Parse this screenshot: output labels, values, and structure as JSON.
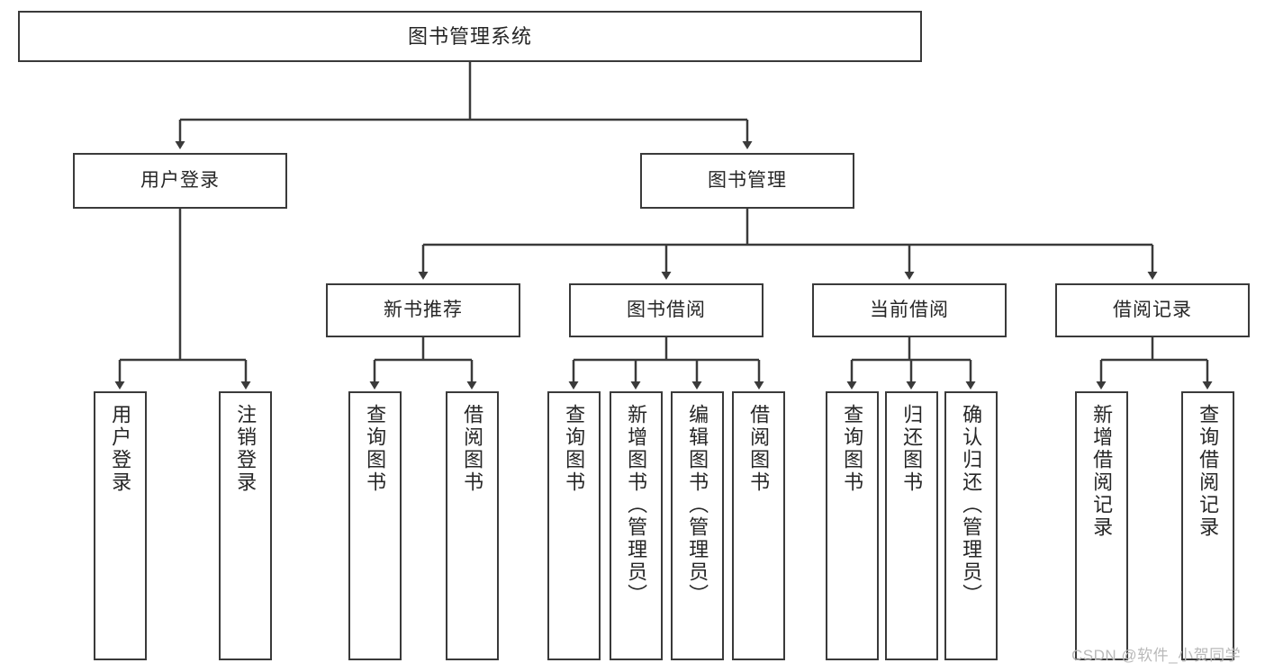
{
  "diagram": {
    "title": "图书管理系统",
    "type": "hierarchy-tree",
    "colors": {
      "box_border": "#3a3a3a",
      "box_fill": "#ffffff",
      "connector": "#3a3a3a",
      "text": "#262626",
      "watermark": "#b9b9b9"
    },
    "levels": {
      "level1": [
        {
          "id": "root",
          "label": "图书管理系统",
          "orientation": "horizontal"
        }
      ],
      "level2": [
        {
          "id": "user-login",
          "label": "用户登录",
          "orientation": "horizontal"
        },
        {
          "id": "book-manage",
          "label": "图书管理",
          "orientation": "horizontal"
        }
      ],
      "level3": [
        {
          "id": "new-book-recommend",
          "label": "新书推荐",
          "orientation": "horizontal"
        },
        {
          "id": "book-borrow",
          "label": "图书借阅",
          "orientation": "horizontal"
        },
        {
          "id": "current-borrow",
          "label": "当前借阅",
          "orientation": "horizontal"
        },
        {
          "id": "borrow-record",
          "label": "借阅记录",
          "orientation": "horizontal"
        }
      ],
      "level4": [
        {
          "id": "leaf-user-login",
          "label": "用户登录",
          "parent": "user-login",
          "orientation": "vertical"
        },
        {
          "id": "leaf-logout",
          "label": "注销登录",
          "parent": "user-login",
          "orientation": "vertical"
        },
        {
          "id": "leaf-query-book-1",
          "label": "查询图书",
          "parent": "new-book-recommend",
          "orientation": "vertical"
        },
        {
          "id": "leaf-borrow-book-1",
          "label": "借阅图书",
          "parent": "new-book-recommend",
          "orientation": "vertical"
        },
        {
          "id": "leaf-query-book-2",
          "label": "查询图书",
          "parent": "book-borrow",
          "orientation": "vertical"
        },
        {
          "id": "leaf-add-book",
          "label": "新增图书（管理员）",
          "parent": "book-borrow",
          "orientation": "vertical"
        },
        {
          "id": "leaf-edit-book",
          "label": "编辑图书（管理员）",
          "parent": "book-borrow",
          "orientation": "vertical"
        },
        {
          "id": "leaf-borrow-book-2",
          "label": "借阅图书",
          "parent": "book-borrow",
          "orientation": "vertical"
        },
        {
          "id": "leaf-query-book-3",
          "label": "查询图书",
          "parent": "current-borrow",
          "orientation": "vertical"
        },
        {
          "id": "leaf-return-book",
          "label": "归还图书",
          "parent": "current-borrow",
          "orientation": "vertical"
        },
        {
          "id": "leaf-confirm-return",
          "label": "确认归还（管理员）",
          "parent": "current-borrow",
          "orientation": "vertical"
        },
        {
          "id": "leaf-add-record",
          "label": "新增借阅记录",
          "parent": "borrow-record",
          "orientation": "vertical"
        },
        {
          "id": "leaf-query-record",
          "label": "查询借阅记录",
          "parent": "borrow-record",
          "orientation": "vertical"
        }
      ]
    },
    "watermark": "CSDN @软件_小贺同学"
  }
}
